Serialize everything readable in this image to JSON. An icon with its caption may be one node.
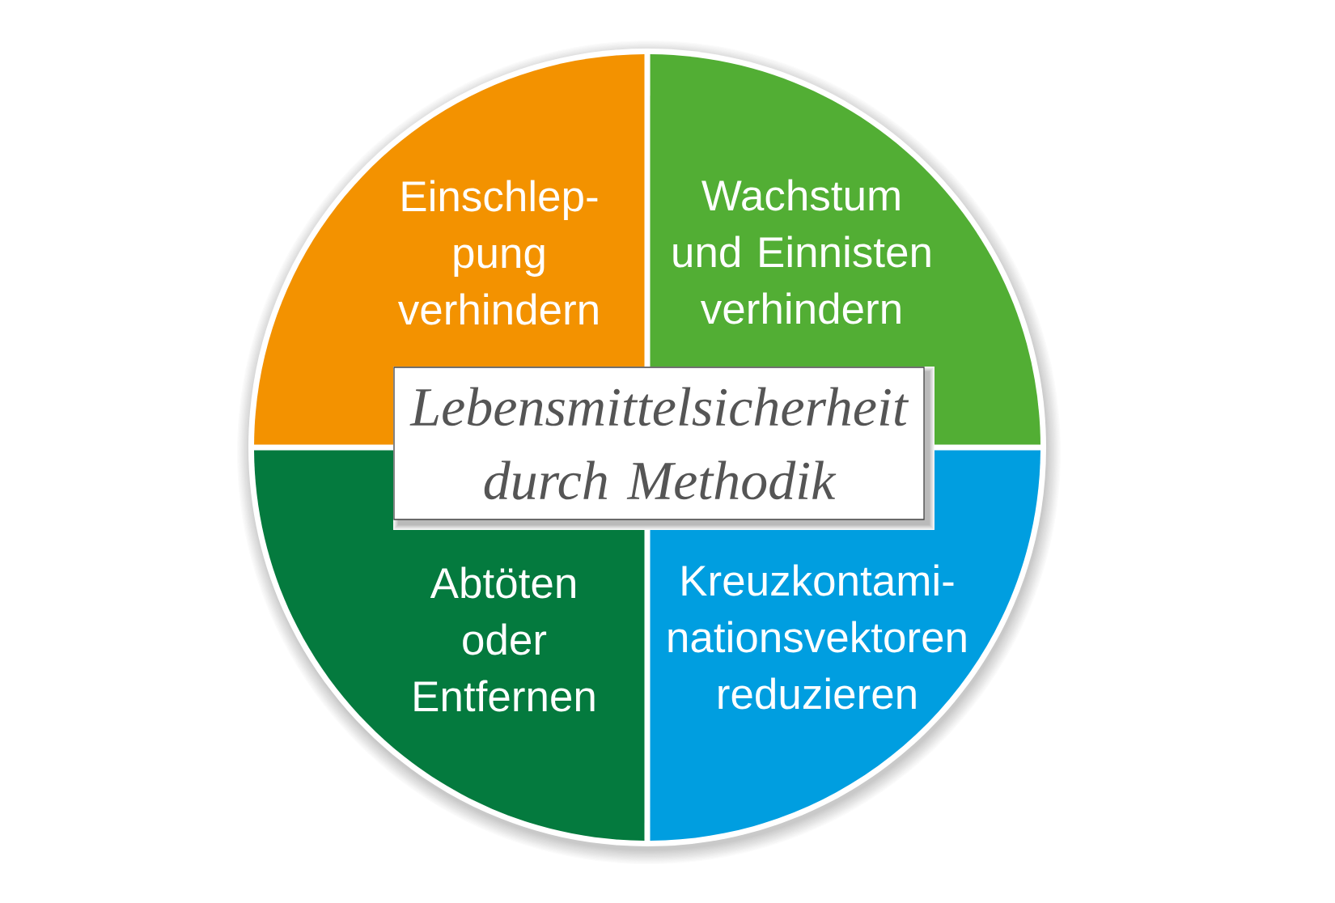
{
  "diagram": {
    "nodes": [
      {
        "text": [
          "Einschlep- pung verhindern"
        ]
      },
      {
        "text": [
          "Wachstum und Einnisten verhindern"
        ]
      },
      {
        "text": [
          "Lebensmittelsicherheit durch Methodik"
        ]
      },
      {
        "text": [
          "Abtöten oder Entfernen"
        ]
      },
      {
        "text": [
          "Kreuzkontami- nationsvektoren reduzieren"
        ]
      }
    ]
  }
}
